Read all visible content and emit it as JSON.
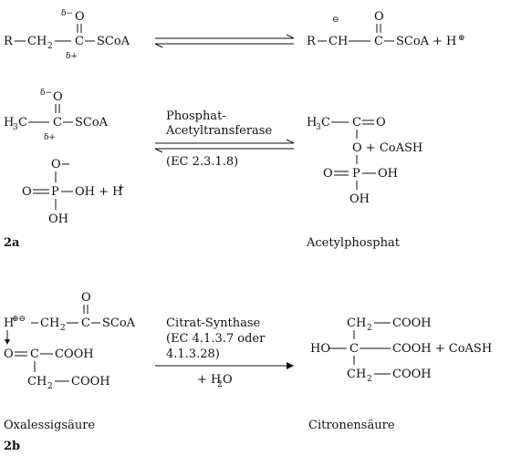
{
  "reaction1": {
    "left": {
      "delta_minus": "δ−",
      "O": "O",
      "R": "R",
      "CH2": "CH",
      "sub2": "2",
      "C": "C",
      "SCoA": "SCoA",
      "delta_plus": "δ+"
    },
    "right": {
      "charge": "⊖",
      "O": "O",
      "R": "R",
      "CH": "CH",
      "C": "C",
      "SCoA": "SCoA",
      "plus_H": "+ H",
      "charge_plus": "⊕"
    }
  },
  "reaction2a": {
    "left": {
      "delta_minus": "δ−",
      "O": "O",
      "H3C": "H",
      "sub3": "3",
      "C_after_H3": "C",
      "C": "C",
      "SCoA": "SCoA",
      "delta_plus": "δ+",
      "O_minus": "O−",
      "phos_O_left": "O",
      "P": "P",
      "OH_right": "OH + H",
      "H_plus_sup": "+",
      "OH_bottom": "OH"
    },
    "enzyme_line1": "Phosphat-",
    "enzyme_line2": "Acetyltransferase",
    "ec": "(EC 2.3.1.8)",
    "right": {
      "H3C": "H",
      "sub3": "3",
      "C1": "C",
      "C2": "C",
      "O_top": "O",
      "O_mid": "O + CoASH",
      "O_left": "O",
      "P": "P",
      "OH_right": "OH",
      "OH_bottom": "OH"
    },
    "label": "2a",
    "product_name": "Acetylphosphat"
  },
  "reaction2b": {
    "left": {
      "O_top": "O",
      "H_charge": "H",
      "charges": "⊕⊖",
      "CH2": "CH",
      "sub2": "2",
      "C": "C",
      "SCoA": "SCoA",
      "O_eq": "O",
      "C2": "C",
      "COOH1": "COOH",
      "CH2_bottom": "CH",
      "sub2b": "2",
      "COOH2": "COOH"
    },
    "enzyme_line1": "Citrat-Synthase",
    "ec_line1": "(EC 4.1.3.7 oder",
    "ec_line2": "4.1.3.28)",
    "water": "+ H",
    "water_sub": "2",
    "water_end": "O",
    "right": {
      "CH2_top": "CH",
      "sub2a": "2",
      "COOH_top": "COOH",
      "HO": "HO",
      "C": "C",
      "COOH_mid": "COOH + CoASH",
      "CH2_bottom": "CH",
      "sub2b": "2",
      "COOH_bottom": "COOH"
    },
    "reactant_name": "Oxalessigsäure",
    "product_name": "Citronensäure",
    "label": "2b"
  }
}
